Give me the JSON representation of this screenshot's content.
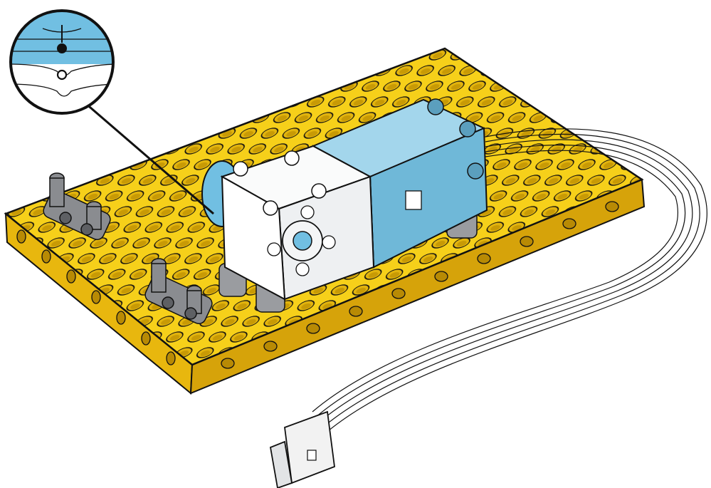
{
  "diagram": {
    "kind": "building-instruction-step",
    "parts": [
      {
        "name": "yellow-frame-plate",
        "color": "#F6D01A"
      },
      {
        "name": "medium-motor",
        "color": "#7BC1DD"
      },
      {
        "name": "white-motor-housing",
        "color": "#F4F5F6"
      },
      {
        "name": "grey-connector-pegs",
        "color": "#8A8C90"
      },
      {
        "name": "flat-connector-cable",
        "color": "#FFFFFF"
      },
      {
        "name": "cable-plug",
        "color": "#F2F2F2"
      }
    ],
    "callout": {
      "subject": "motor-zero-position-marker",
      "colors": {
        "top": "#71BFE2",
        "bottom": "#FFFFFF",
        "outline": "#111111"
      }
    }
  }
}
